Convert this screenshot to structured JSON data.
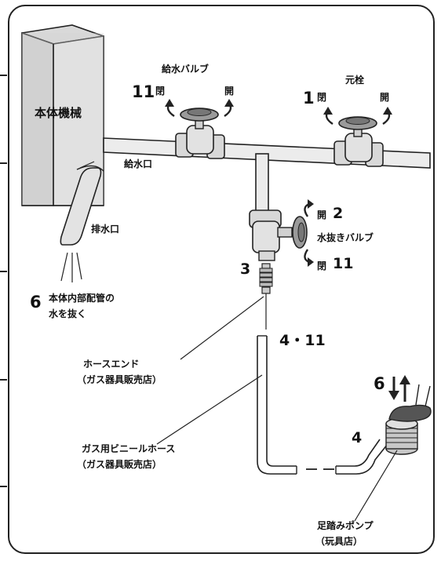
{
  "machine": {
    "label": "本体機械"
  },
  "valves": {
    "supply": {
      "title": "給水バルブ",
      "step": "11",
      "close": "閉",
      "open": "開"
    },
    "main": {
      "title": "元栓",
      "step": "1",
      "close": "閉",
      "open": "開"
    },
    "drain": {
      "title": "水抜きバルブ",
      "open": "開",
      "open_step": "2",
      "close": "閉",
      "close_step": "11"
    }
  },
  "ports": {
    "inlet": "給水口",
    "outlet": "排水口"
  },
  "drain_internal": {
    "step": "6",
    "line1": "本体内部配管の",
    "line2": "水を抜く"
  },
  "hose_end": {
    "step": "3",
    "line1": "ホースエンド",
    "line2": "（ガス器具販売店）"
  },
  "hose": {
    "step": "4・11",
    "line1": "ガス用ビニールホース",
    "line2": "（ガス器具販売店）"
  },
  "pump": {
    "step_connect": "4",
    "step_pump": "6",
    "line1": "足踏みポンプ",
    "line2": "（玩具店）"
  },
  "icons": [
    "rotate-ccw-icon",
    "rotate-cw-icon",
    "down-arrow-icon",
    "up-arrow-icon"
  ]
}
